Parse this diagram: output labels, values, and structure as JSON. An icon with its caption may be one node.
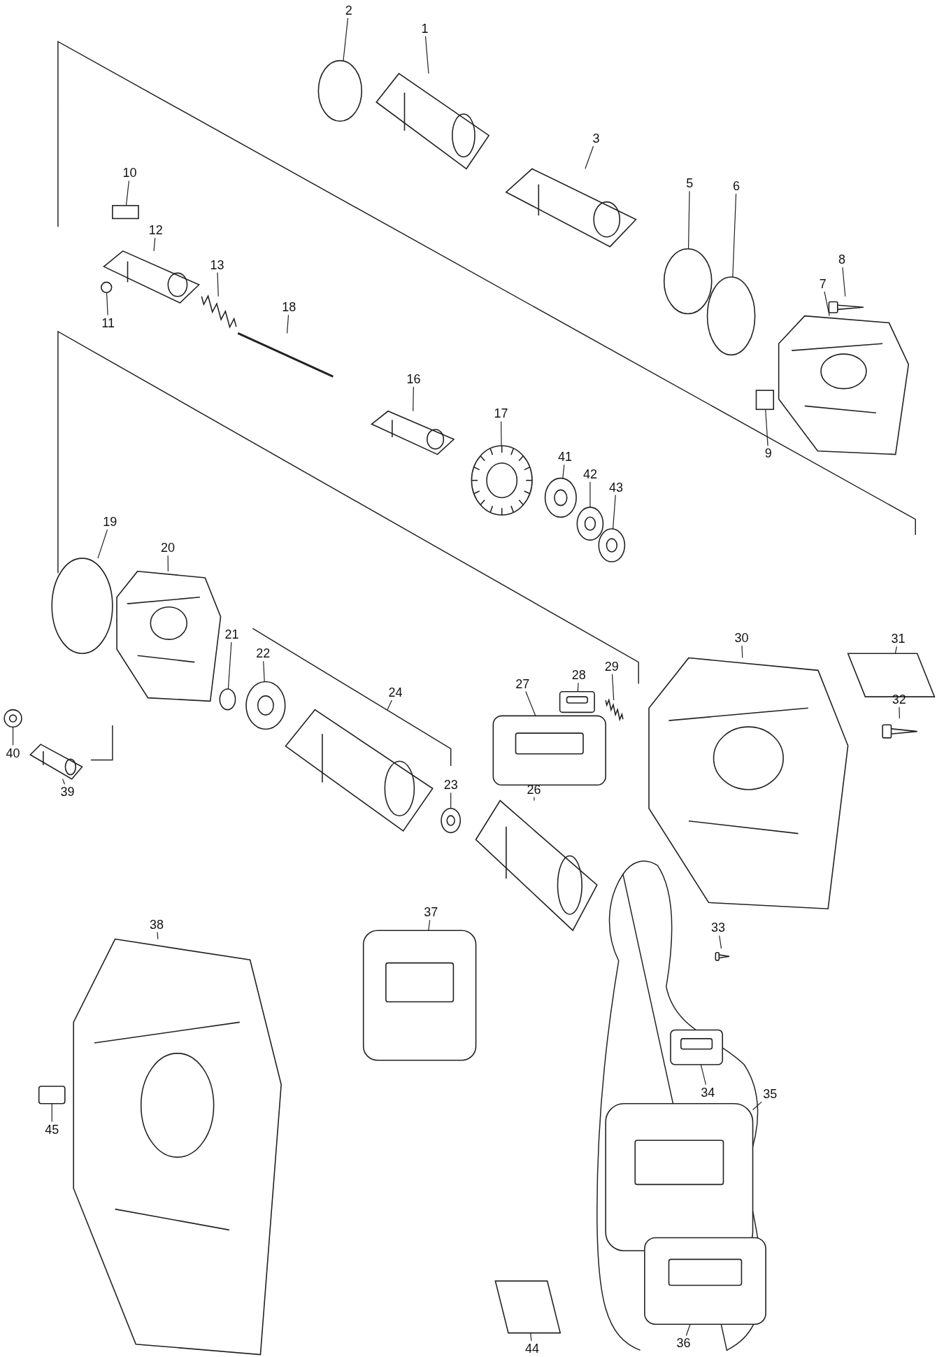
{
  "diagram": {
    "nodes": [
      {
        "text": [
          "2"
        ]
      },
      {
        "text": [],
        "shape": "circle"
      },
      {
        "text": [
          "1"
        ]
      },
      {
        "text": [],
        "shape": "picture"
      },
      {
        "text": [
          "3"
        ]
      },
      {
        "text": [],
        "shape": "picture"
      },
      {
        "text": [
          "10"
        ]
      },
      {
        "text": [],
        "shape": "box"
      },
      {
        "text": [
          "5"
        ]
      },
      {
        "text": [],
        "shape": "circle"
      },
      {
        "text": [
          "6"
        ]
      },
      {
        "text": [],
        "shape": "circle"
      },
      {
        "text": [
          "12"
        ]
      },
      {
        "text": [],
        "shape": "picture"
      },
      {
        "text": [
          "8"
        ]
      },
      {
        "text": [],
        "shape": "picture"
      },
      {
        "text": [
          "13"
        ]
      },
      {
        "text": [],
        "shape": "picture"
      },
      {
        "text": [
          "7"
        ]
      },
      {
        "text": [],
        "shape": "picture"
      },
      {
        "text": [
          "18"
        ]
      },
      {
        "text": [],
        "shape": "picture"
      },
      {
        "text": [
          "11"
        ]
      },
      {
        "text": [],
        "shape": "circle"
      },
      {
        "text": [
          "16"
        ]
      },
      {
        "text": [],
        "shape": "picture"
      },
      {
        "text": [
          "17"
        ]
      },
      {
        "text": [],
        "shape": "picture"
      },
      {
        "text": [
          "9"
        ]
      },
      {
        "text": [],
        "shape": "box"
      },
      {
        "text": [
          "41"
        ]
      },
      {
        "text": [],
        "shape": "picture"
      },
      {
        "text": [
          "42"
        ]
      },
      {
        "text": [],
        "shape": "picture"
      },
      {
        "text": [
          "43"
        ]
      },
      {
        "text": [],
        "shape": "picture"
      },
      {
        "text": [
          "19"
        ]
      },
      {
        "text": [],
        "shape": "circle"
      },
      {
        "text": [
          "20"
        ]
      },
      {
        "text": [],
        "shape": "picture"
      },
      {
        "text": [
          "21"
        ]
      },
      {
        "text": [],
        "shape": "circle"
      },
      {
        "text": [
          "30"
        ]
      },
      {
        "text": [],
        "shape": "picture"
      },
      {
        "text": [
          "31"
        ]
      },
      {
        "text": [],
        "shape": "picture"
      },
      {
        "text": [
          "22"
        ]
      },
      {
        "text": [],
        "shape": "picture"
      },
      {
        "text": [
          "29"
        ]
      },
      {
        "text": [],
        "shape": "picture"
      },
      {
        "text": [
          "27"
        ]
      },
      {
        "text": [],
        "shape": "picture"
      },
      {
        "text": [
          "28"
        ]
      },
      {
        "text": [],
        "shape": "picture"
      },
      {
        "text": [
          "32"
        ]
      },
      {
        "text": [],
        "shape": "picture"
      },
      {
        "text": [
          "24"
        ]
      },
      {
        "text": [],
        "shape": "picture"
      },
      {
        "text": [
          "40"
        ]
      },
      {
        "text": [],
        "shape": "picture"
      },
      {
        "text": [
          "23"
        ]
      },
      {
        "text": [],
        "shape": "picture"
      },
      {
        "text": [
          "26"
        ]
      },
      {
        "text": [],
        "shape": "picture"
      },
      {
        "text": [
          "39"
        ]
      },
      {
        "text": [],
        "shape": "picture"
      },
      {
        "text": [
          "37"
        ]
      },
      {
        "text": [],
        "shape": "picture"
      },
      {
        "text": [
          "33"
        ]
      },
      {
        "text": [],
        "shape": "picture"
      },
      {
        "text": [
          "38"
        ]
      },
      {
        "text": [],
        "shape": "picture"
      },
      {
        "text": [
          "34"
        ]
      },
      {
        "text": [],
        "shape": "picture"
      },
      {
        "text": [
          "35"
        ]
      },
      {
        "text": [],
        "shape": "picture"
      },
      {
        "text": [
          "45"
        ]
      },
      {
        "text": [],
        "shape": "picture"
      },
      {
        "text": [
          "44"
        ]
      },
      {
        "text": [],
        "shape": "picture"
      },
      {
        "text": [
          "36"
        ]
      },
      {
        "text": [],
        "shape": "picture"
      }
    ],
    "edges": [
      {
        "from": 0,
        "to": 1,
        "arrow": "none"
      },
      {
        "from": 2,
        "to": 3,
        "arrow": "none"
      },
      {
        "from": 4,
        "to": 5,
        "arrow": "none"
      },
      {
        "from": 6,
        "to": 7,
        "arrow": "none"
      },
      {
        "from": 8,
        "to": 9,
        "arrow": "none"
      },
      {
        "from": 10,
        "to": 11,
        "arrow": "none"
      },
      {
        "from": 12,
        "to": 13,
        "arrow": "none"
      },
      {
        "from": 14,
        "to": 15,
        "arrow": "none"
      },
      {
        "from": 16,
        "to": 17,
        "arrow": "none"
      },
      {
        "from": 18,
        "to": 19,
        "arrow": "none"
      },
      {
        "from": 20,
        "to": 21,
        "arrow": "none"
      },
      {
        "from": 22,
        "to": 23,
        "arrow": "none"
      },
      {
        "from": 24,
        "to": 25,
        "arrow": "none"
      },
      {
        "from": 26,
        "to": 27,
        "arrow": "none"
      },
      {
        "from": 28,
        "to": 29,
        "arrow": "none"
      },
      {
        "from": 30,
        "to": 31,
        "arrow": "none"
      },
      {
        "from": 32,
        "to": 33,
        "arrow": "none"
      },
      {
        "from": 34,
        "to": 35,
        "arrow": "none"
      },
      {
        "from": 36,
        "to": 37,
        "arrow": "none"
      },
      {
        "from": 38,
        "to": 39,
        "arrow": "none"
      },
      {
        "from": 40,
        "to": 41,
        "arrow": "none"
      },
      {
        "from": 42,
        "to": 43,
        "arrow": "none"
      },
      {
        "from": 44,
        "to": 45,
        "arrow": "none"
      },
      {
        "from": 46,
        "to": 47,
        "arrow": "none"
      },
      {
        "from": 48,
        "to": 49,
        "arrow": "none"
      },
      {
        "from": 50,
        "to": 51,
        "arrow": "none"
      },
      {
        "from": 52,
        "to": 53,
        "arrow": "none"
      },
      {
        "from": 54,
        "to": 55,
        "arrow": "none"
      },
      {
        "from": 56,
        "to": 57,
        "arrow": "none"
      },
      {
        "from": 58,
        "to": 59,
        "arrow": "none"
      },
      {
        "from": 60,
        "to": 61,
        "arrow": "none"
      },
      {
        "from": 62,
        "to": 63,
        "arrow": "none"
      },
      {
        "from": 64,
        "to": 65,
        "arrow": "none"
      },
      {
        "from": 66,
        "to": 67,
        "arrow": "none"
      },
      {
        "from": 68,
        "to": 69,
        "arrow": "none"
      },
      {
        "from": 70,
        "to": 71,
        "arrow": "none"
      },
      {
        "from": 72,
        "to": 73,
        "arrow": "none"
      },
      {
        "from": 74,
        "to": 75,
        "arrow": "none"
      },
      {
        "from": 76,
        "to": 77,
        "arrow": "none"
      },
      {
        "from": 78,
        "to": 79,
        "arrow": "none"
      },
      {
        "from": 80,
        "to": 81,
        "arrow": "none"
      }
    ]
  }
}
